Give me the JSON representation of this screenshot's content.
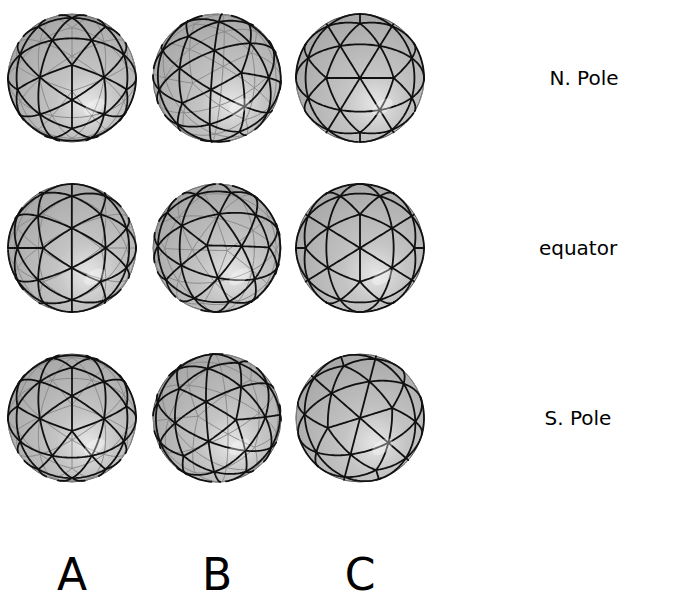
{
  "diagram": {
    "labels": [
      "N. Pole",
      "equator",
      "S. Pole",
      "A",
      "B",
      "C"
    ]
  }
}
